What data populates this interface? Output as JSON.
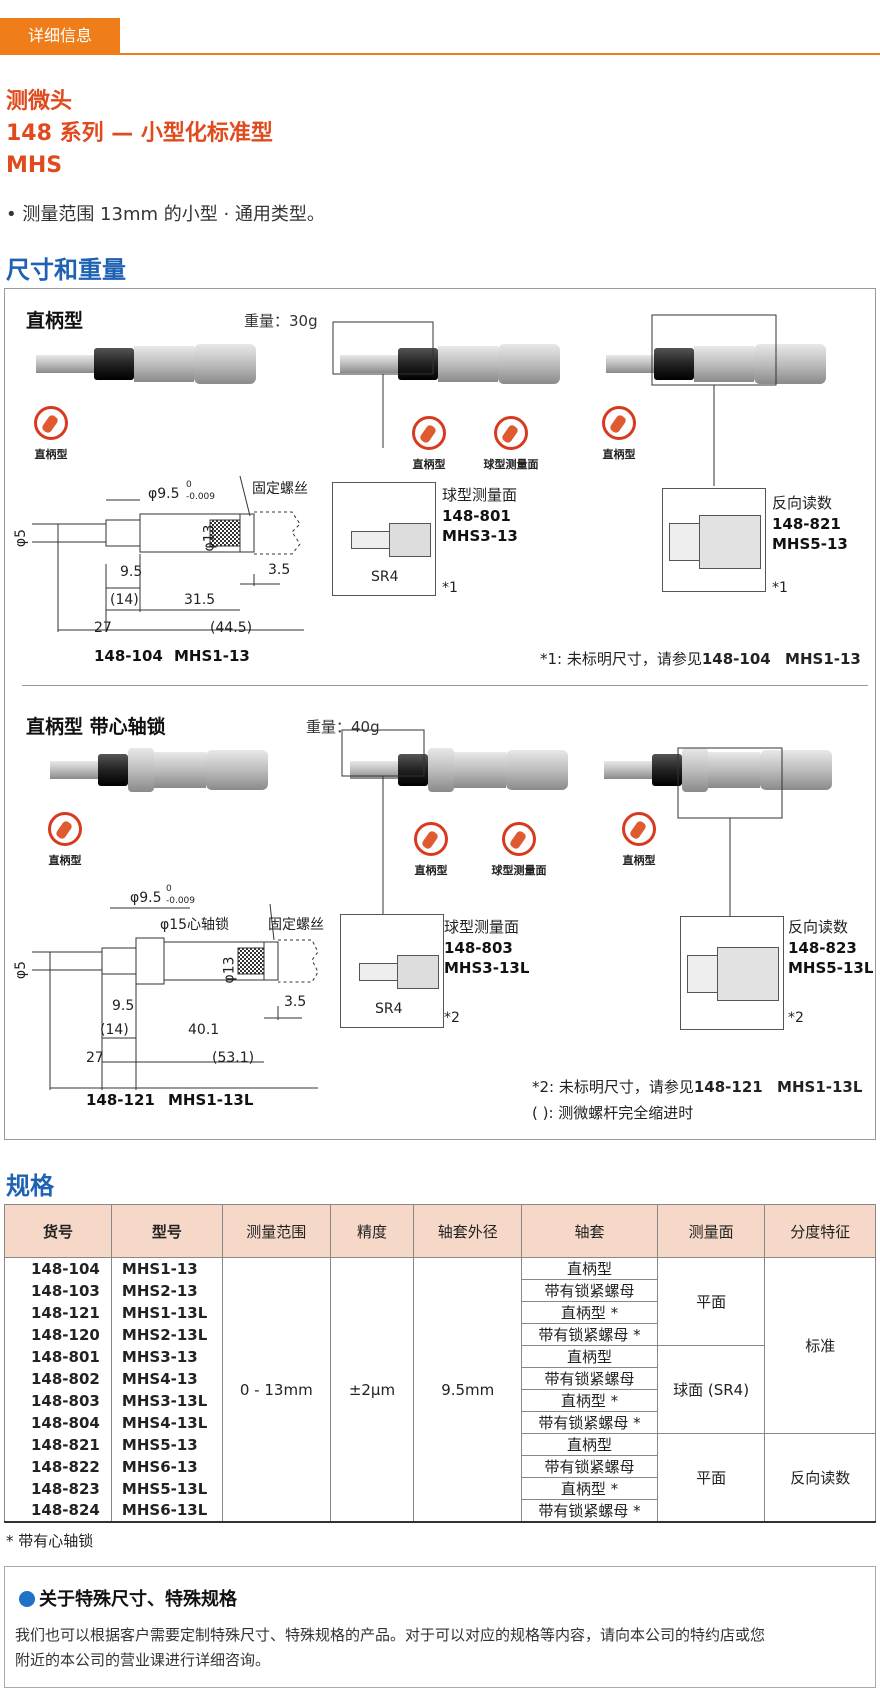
{
  "header": {
    "tab_label": "详细信息"
  },
  "titles": {
    "line1": "测微头",
    "line2": "148 系列 — 小型化标准型",
    "line3": "MHS"
  },
  "bullet": "• 测量范围 13mm 的小型 · 通用类型。",
  "section_dims": "尺寸和重量",
  "section_spec": "规格",
  "diagram1": {
    "title": "直柄型",
    "weight": "重量：30g",
    "badge_straight": "直柄型",
    "badge_ball": "球型测量面",
    "dims": {
      "phi95": "φ9.5",
      "tol_up": "0",
      "tol_down": "-0.009",
      "fix_screw": "固定螺丝",
      "phi5": "φ5",
      "phi13": "φ13",
      "d95": "9.5",
      "d35": "3.5",
      "d14": "(14)",
      "d315": "31.5",
      "d27": "27",
      "d445": "(44.5)"
    },
    "caption_code": "148-104",
    "caption_model": "MHS1-13",
    "ball": {
      "title": "球型测量面",
      "code": "148-801",
      "model": "MHS3-13",
      "sr": "SR4",
      "ref": "*1"
    },
    "reverse": {
      "title": "反向读数",
      "code": "148-821",
      "model": "MHS5-13",
      "ref": "*1"
    },
    "note": "*1: 未标明尺寸，请参见",
    "note_code": "148-104",
    "note_model": "MHS1-13"
  },
  "diagram2": {
    "title": "直柄型 带心轴锁",
    "weight": "重量：40g",
    "badge_straight": "直柄型",
    "badge_ball": "球型测量面",
    "dims": {
      "phi95": "φ9.5",
      "tol_up": "0",
      "tol_down": "-0.009",
      "lock": "φ15心轴锁",
      "fix_screw": "固定螺丝",
      "phi5": "φ5",
      "phi13": "φ13",
      "d95": "9.5",
      "d35": "3.5",
      "d14": "(14)",
      "d401": "40.1",
      "d27": "27",
      "d531": "(53.1)"
    },
    "caption_code": "148-121",
    "caption_model": "MHS1-13L",
    "ball": {
      "title": "球型测量面",
      "code": "148-803",
      "model": "MHS3-13L",
      "sr": "SR4",
      "ref": "*2"
    },
    "reverse": {
      "title": "反向读数",
      "code": "148-823",
      "model": "MHS5-13L",
      "ref": "*2"
    },
    "note": "*2: 未标明尺寸，请参见",
    "note_code": "148-121",
    "note_model": "MHS1-13L",
    "note2": "( ): 测微螺杆完全缩进时"
  },
  "table": {
    "headers": [
      "货号",
      "型号",
      "测量范围",
      "精度",
      "轴套外径",
      "轴套",
      "测量面",
      "分度特征"
    ],
    "rows": [
      [
        "148-104",
        "MHS1-13",
        "直柄型"
      ],
      [
        "148-103",
        "MHS2-13",
        "带有锁紧螺母"
      ],
      [
        "148-121",
        "MHS1-13L",
        "直柄型 *"
      ],
      [
        "148-120",
        "MHS2-13L",
        "带有锁紧螺母 *"
      ],
      [
        "148-801",
        "MHS3-13",
        "直柄型"
      ],
      [
        "148-802",
        "MHS4-13",
        "带有锁紧螺母"
      ],
      [
        "148-803",
        "MHS3-13L",
        "直柄型 *"
      ],
      [
        "148-804",
        "MHS4-13L",
        "带有锁紧螺母 *"
      ],
      [
        "148-821",
        "MHS5-13",
        "直柄型"
      ],
      [
        "148-822",
        "MHS6-13",
        "带有锁紧螺母"
      ],
      [
        "148-823",
        "MHS5-13L",
        "直柄型 *"
      ],
      [
        "148-824",
        "MHS6-13L",
        "带有锁紧螺母 *"
      ]
    ],
    "range": "0 - 13mm",
    "accuracy": "±2μm",
    "sleeve_dia": "9.5mm",
    "face_flat": "平面",
    "face_ball": "球面 (SR4)",
    "face_flat2": "平面",
    "grad_std": "标准",
    "grad_rev": "反向读数"
  },
  "footnote": "* 带有心轴锁",
  "info": {
    "title": "关于特殊尺寸、特殊规格",
    "line1": "我们也可以根据客户需要定制特殊尺寸、特殊规格的产品。对于可以对应的规格等内容，请向本公司的特约店或您",
    "line2": "附近的本公司的营业课进行详细咨询。"
  },
  "colors": {
    "accent": "#ef7d1a",
    "title_red": "#e04a1c",
    "blue": "#1f62b3",
    "header_bg": "#f6d8c8"
  }
}
